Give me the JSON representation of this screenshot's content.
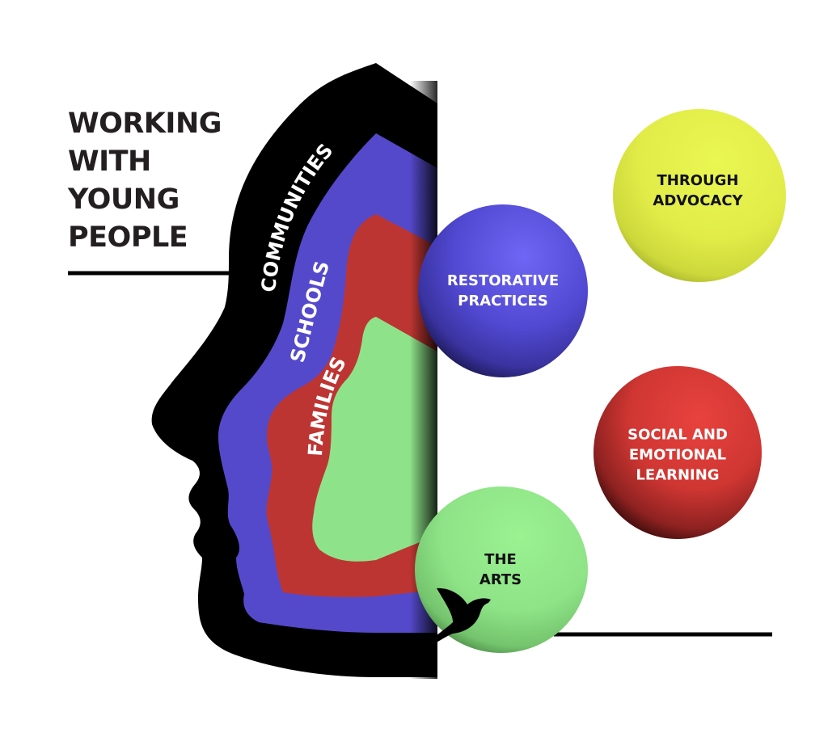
{
  "title": {
    "lines": [
      "WORKING",
      "WITH",
      "YOUNG",
      "PEOPLE"
    ]
  },
  "head": {
    "layers": [
      {
        "label": "COMMUNITIES",
        "color": "#000000"
      },
      {
        "label": "SCHOOLS",
        "color": "#5549cb"
      },
      {
        "label": "FAMILIES",
        "color": "#bd3532"
      },
      {
        "label": "",
        "color": "#8ee38a"
      }
    ]
  },
  "balls": [
    {
      "id": "restorative",
      "lines": [
        "RESTORATIVE",
        "PRACTICES"
      ],
      "color": "#5b52dd",
      "text_color": "#ffffff"
    },
    {
      "id": "advocacy",
      "lines": [
        "THROUGH",
        "ADVOCACY"
      ],
      "color": "#e3ef4b",
      "text_color": "#111111"
    },
    {
      "id": "sel",
      "lines": [
        "SOCIAL AND",
        "EMOTIONAL",
        "LEARNING"
      ],
      "color": "#d93a36",
      "text_color": "#ffffff"
    },
    {
      "id": "arts",
      "lines": [
        "THE",
        "ARTS"
      ],
      "color": "#8fe589",
      "text_color": "#111111"
    }
  ],
  "icons": {
    "dove": "dove-icon"
  }
}
